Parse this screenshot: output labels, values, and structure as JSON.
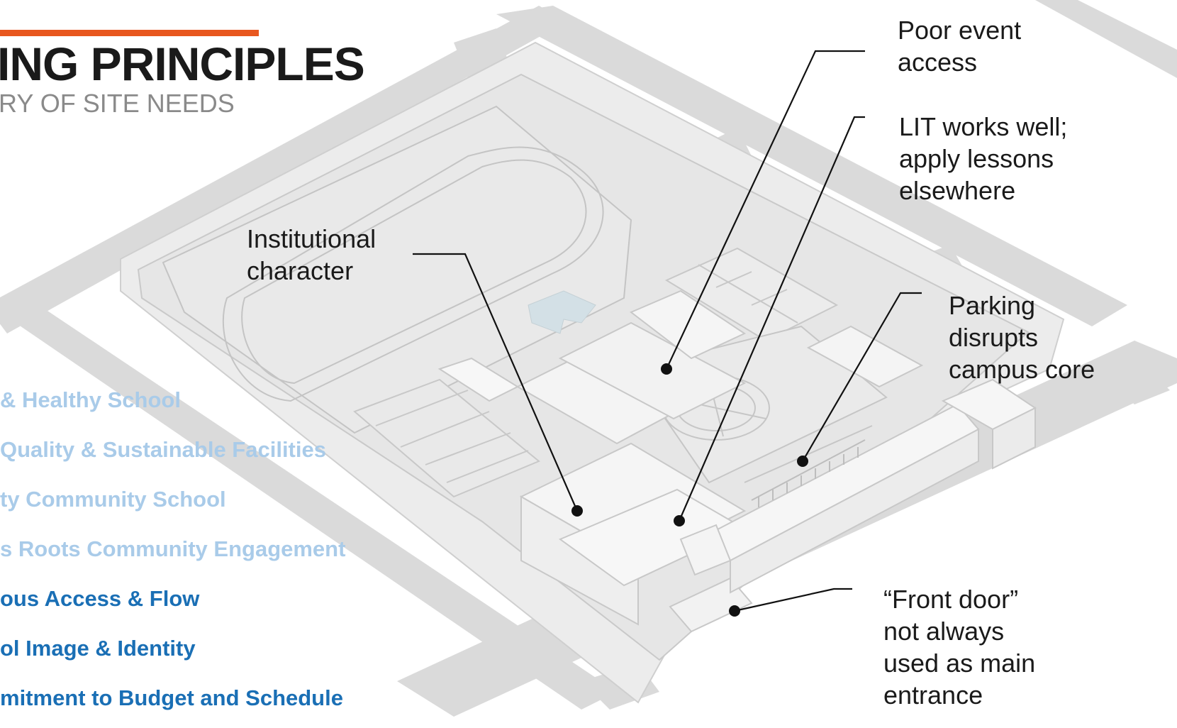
{
  "header": {
    "title": "ING PRINCIPLES",
    "subtitle": "RY OF SITE NEEDS",
    "accent_color": "#e8571f"
  },
  "principles": [
    {
      "label": "& Healthy School",
      "state": "faded",
      "color": "#a9cbe9"
    },
    {
      "label": "Quality & Sustainable Facilities",
      "state": "faded",
      "color": "#a9cbe9"
    },
    {
      "label": "ty Community School",
      "state": "faded",
      "color": "#a9cbe9"
    },
    {
      "label": "s Roots Community Engagement",
      "state": "faded",
      "color": "#a9cbe9"
    },
    {
      "label": "ous Access & Flow",
      "state": "active",
      "color": "#1a6fb5"
    },
    {
      "label": "ol Image & Identity",
      "state": "active",
      "color": "#1a6fb5"
    },
    {
      "label": "mitment to Budget and Schedule",
      "state": "active",
      "color": "#1a6fb5"
    }
  ],
  "callouts": {
    "poor_event_access": [
      "Poor event",
      "access"
    ],
    "lit_works_well": [
      "LIT works well;",
      "apply lessons",
      "elsewhere"
    ],
    "institutional_character": [
      "Institutional",
      "character"
    ],
    "parking": [
      "Parking",
      "disrupts",
      "campus core"
    ],
    "front_door": [
      "“Front door”",
      "not always",
      "used as main",
      "entrance"
    ]
  }
}
